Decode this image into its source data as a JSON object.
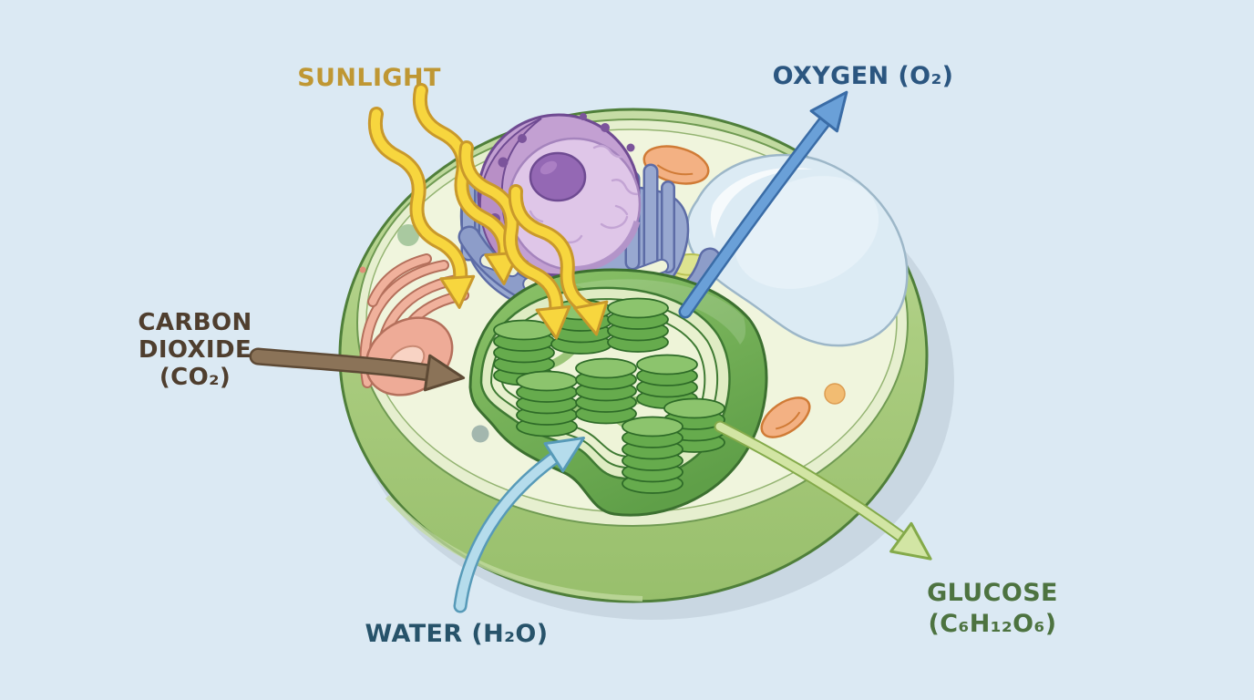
{
  "labels": {
    "sunlight": {
      "text": "SUNLIGHT",
      "color": "#bf9733"
    },
    "oxygen": {
      "text": "OXYGEN (O₂)",
      "color": "#2b5680"
    },
    "carbon_dioxide": {
      "lines": [
        "CARBON",
        "DIOXIDE",
        "(CO₂)"
      ],
      "color": "#4f3e2e"
    },
    "water": {
      "text": "WATER (H₂O)",
      "color": "#27536a"
    },
    "glucose": {
      "lines": [
        "GLUCOSE",
        "(C₆H₁₂O₆)"
      ],
      "color": "#4d7340"
    }
  },
  "arrows": {
    "sunlight_rays": {
      "icon": "wavy-arrow-down",
      "count": "4",
      "fill": "#f7d63e",
      "outline": "#c9992b"
    },
    "carbon_dioxide_in": {
      "icon": "arrow-right",
      "fill": "#8b7358",
      "outline": "#5e4a35"
    },
    "water_in": {
      "icon": "arrow-up-right",
      "fill": "#b5dcec",
      "outline": "#579ab8"
    },
    "oxygen_out": {
      "icon": "arrow-up-right",
      "fill": "#6aa0d8",
      "outline": "#3a6ca6"
    },
    "glucose_out": {
      "icon": "arrow-down-right",
      "fill": "#d2e5a4",
      "outline": "#84aa4a"
    }
  },
  "cell": {
    "background": "#dbe9f3",
    "organelle_colors": {
      "cell_wall": "#a9cb7e",
      "cytoplasm": "#f0f5dd",
      "vacuole": "#dcebf4",
      "nucleus": "#c3a0d2",
      "nucleus_cut_face": "#dfc6e8",
      "nucleolus": "#9468b4",
      "endoplasmic_reticulum": "#98a8d0",
      "golgi_apparatus": "#eeab97",
      "chloroplast": "#66aa4e",
      "grana": "#66ab4d",
      "mitochondrion": "#f3b183"
    }
  }
}
